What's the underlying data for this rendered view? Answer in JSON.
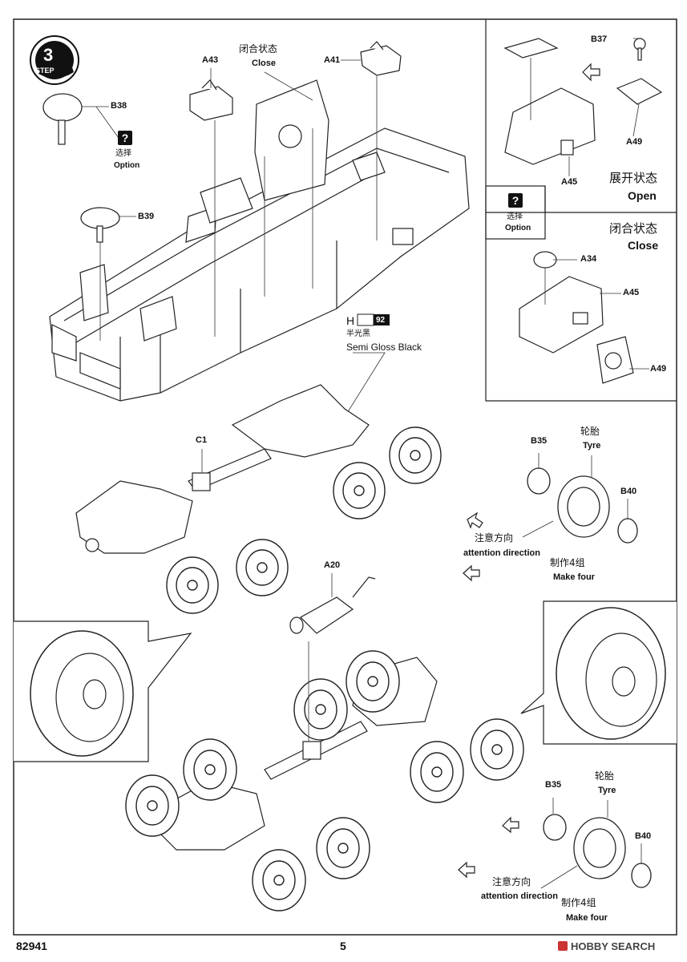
{
  "step": {
    "number": "3",
    "label": "STEP"
  },
  "parts": {
    "A43": "A43",
    "A41": "A41",
    "B37": "B37",
    "B38": "B38",
    "B39": "B39",
    "A45": "A45",
    "A49": "A49",
    "A34": "A34",
    "C1": "C1",
    "A20": "A20",
    "B35": "B35",
    "B40": "B40"
  },
  "option": {
    "icon": "?",
    "cn": "选择",
    "en": "Option"
  },
  "close": {
    "cn": "闭合状态",
    "en": "Close"
  },
  "open": {
    "cn": "展开状态",
    "en": "Open"
  },
  "paint": {
    "letter": "H",
    "code": "92",
    "cn": "半光黑",
    "en": "Semi Gloss Black"
  },
  "tyre": {
    "cn": "轮胎",
    "en": "Tyre"
  },
  "attention": {
    "cn": "注意方向",
    "en": "attention direction"
  },
  "make_four": {
    "cn": "制作4组",
    "en": "Make four"
  },
  "footer": {
    "code": "82941",
    "page": "5",
    "brand": "HOBBY SEARCH"
  }
}
